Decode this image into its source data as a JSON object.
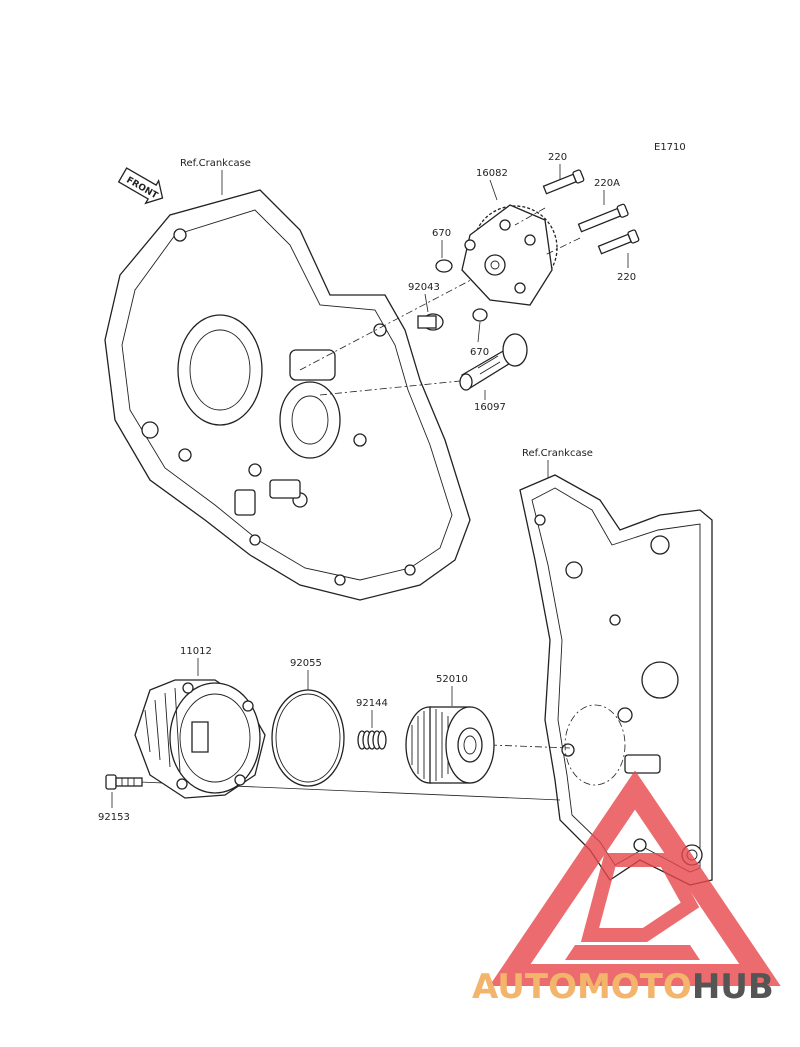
{
  "diagram_code": "E1710",
  "ref_labels": [
    "Ref.Crankcase",
    "Ref.Crankcase"
  ],
  "front_label": "FRONT",
  "parts": {
    "bolt_220_top": "220",
    "bolt_220a": "220A",
    "bolt_220_bottom": "220",
    "pump_16082": "16082",
    "oring_670_top": "670",
    "dowel_92043": "92043",
    "oring_670_bottom": "670",
    "strainer_16097": "16097",
    "cover_11012": "11012",
    "oring_92055": "92055",
    "spring_92144": "92144",
    "filter_52010": "52010",
    "bolt_92153": "92153"
  },
  "watermark": {
    "part1": "AUTOMOTO",
    "part2": "HUB",
    "color_primary": "#f2b56b",
    "color_secondary": "#555555",
    "triangle_color": "#e8474b"
  }
}
